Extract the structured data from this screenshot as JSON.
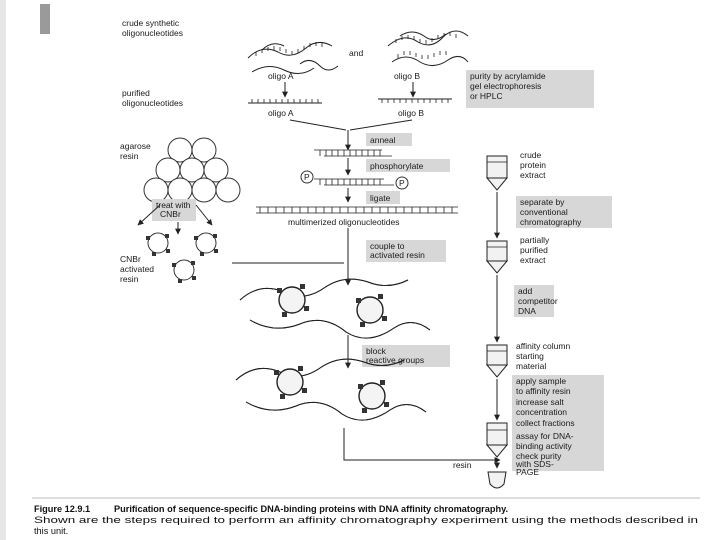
{
  "labels": {
    "crude": "crude synthetic\noligonucleotides",
    "and": "and",
    "oligo_a_top": "oligo A",
    "oligo_b_top": "oligo B",
    "purified": "purified\noligonucleotides",
    "purity": "purity by acrylamide\ngel electrophoresis\nor HPLC",
    "oligo_a_bot": "oligo A",
    "oligo_b_bot": "oligo B",
    "anneal": "anneal",
    "agarose": "agarose\nresin",
    "phosphorylate": "phosphorylate",
    "p_left": "P",
    "p_right": "P",
    "ligate": "ligate",
    "treat": "treat with\nCNBr",
    "multimerized": "multimerized oligonucleotides",
    "cnbr_activated": "CNBr\nactivated\nresin",
    "couple": "couple to\nactivated resin",
    "block": "block\nreactive groups",
    "resin": "resin",
    "crude_protein": "crude\nprotein\nextract",
    "separate": "separate by\nconventional\nchromatography",
    "partially": "partially\npurified\nextract",
    "add_competitor": "add\ncompetitor\nDNA",
    "affinity_column": "affinity column\nstarting\nmaterial",
    "apply_sample": "apply sample\nto affinity resin",
    "increase_salt": "increase salt\nconcentration",
    "collect": "collect fractions",
    "assay": "assay for DNA-\nbinding activity",
    "check_purity": "check purity\nwith SDS-\nPAGE"
  },
  "caption": {
    "figure_no": "Figure 12.9.1",
    "title": "Purification of sequence-specific DNA-binding proteins with DNA affinity chromatography.",
    "body_line1": "Shown are the steps required to perform an affinity chromatography experiment using the methods described in",
    "body_line2": "this unit."
  }
}
